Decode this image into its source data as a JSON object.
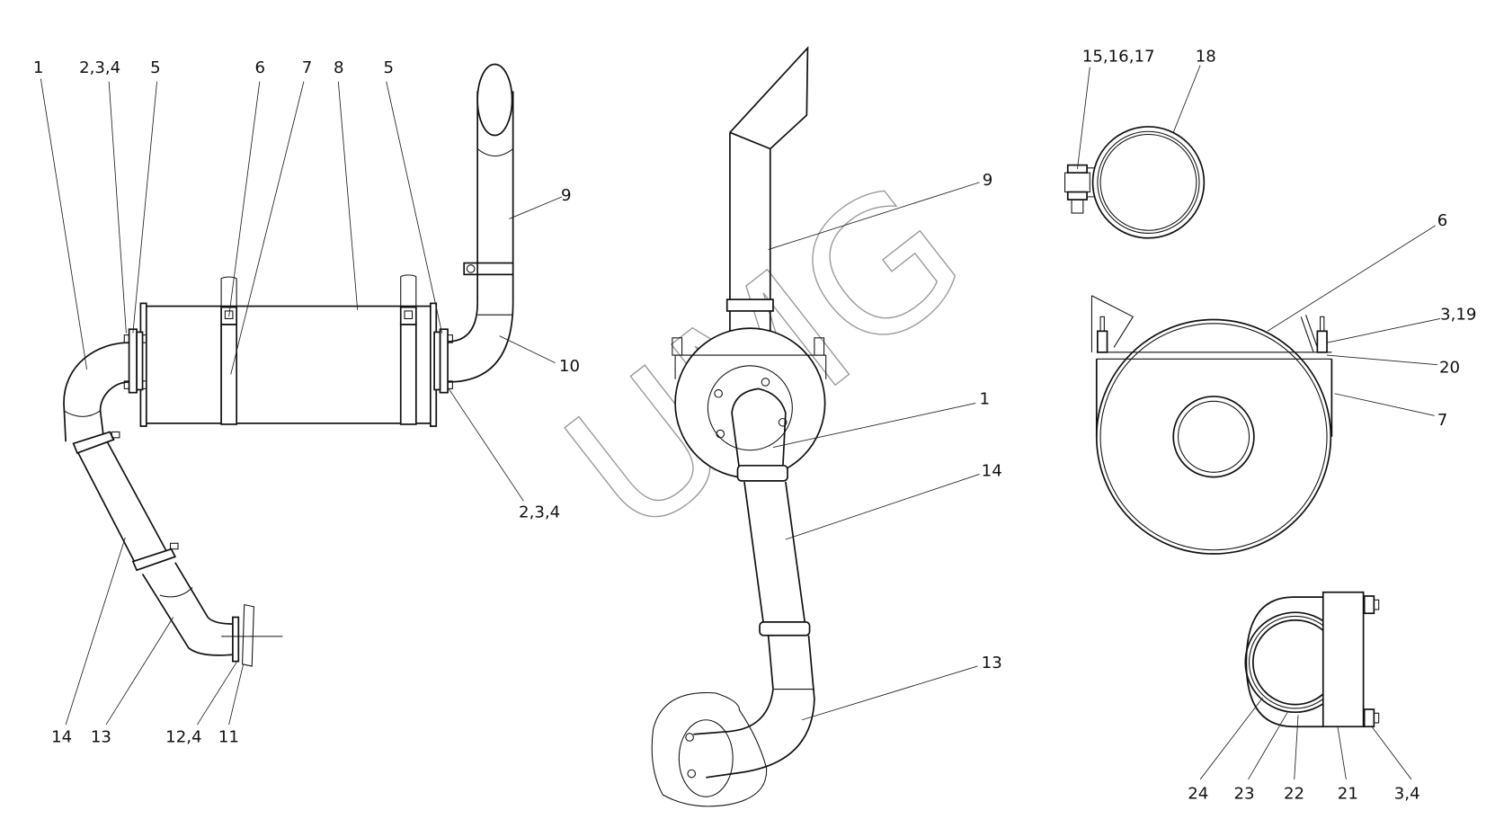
{
  "title": "Exhaust system assembly diagram",
  "watermark": "UMG",
  "side_view": {
    "callouts": [
      {
        "id": "1",
        "text": "1"
      },
      {
        "id": "2",
        "text": "2,3,4"
      },
      {
        "id": "3",
        "text": "5"
      },
      {
        "id": "4",
        "text": "6"
      },
      {
        "id": "5",
        "text": "7"
      },
      {
        "id": "6",
        "text": "8"
      },
      {
        "id": "7",
        "text": "5"
      },
      {
        "id": "8",
        "text": "9"
      },
      {
        "id": "9",
        "text": "10"
      },
      {
        "id": "10",
        "text": "2,3,4"
      },
      {
        "id": "11",
        "text": "14"
      },
      {
        "id": "12",
        "text": "13"
      },
      {
        "id": "13",
        "text": "12,4"
      },
      {
        "id": "14",
        "text": "11"
      }
    ]
  },
  "front_view": {
    "callouts": [
      {
        "id": "1",
        "text": "9"
      },
      {
        "id": "2",
        "text": "1"
      },
      {
        "id": "3",
        "text": "14"
      },
      {
        "id": "4",
        "text": "13"
      }
    ]
  },
  "detail_views": {
    "callouts": [
      {
        "id": "1",
        "text": "15,16,17"
      },
      {
        "id": "2",
        "text": "18"
      },
      {
        "id": "3",
        "text": "6"
      },
      {
        "id": "4",
        "text": "3,19"
      },
      {
        "id": "5",
        "text": "20"
      },
      {
        "id": "6",
        "text": "7"
      },
      {
        "id": "7",
        "text": "24"
      },
      {
        "id": "8",
        "text": "23"
      },
      {
        "id": "9",
        "text": "22"
      },
      {
        "id": "10",
        "text": "21"
      },
      {
        "id": "11",
        "text": "3,4"
      }
    ]
  }
}
